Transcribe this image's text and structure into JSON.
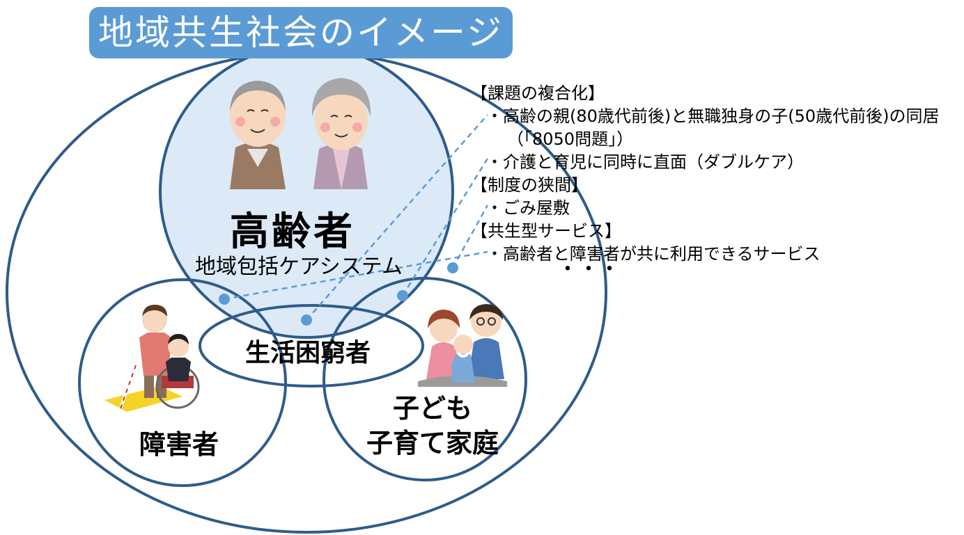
{
  "title": "地域共生社会のイメージ",
  "circles": {
    "elderly": {
      "label": "高齢者",
      "sublabel": "地域包括ケアシステム"
    },
    "poverty": {
      "label": "生活困窮者"
    },
    "disabled": {
      "label": "障害者"
    },
    "children": {
      "label_line1": "子ども",
      "label_line2": "子育て家庭"
    }
  },
  "notes": {
    "heading_complex": "【課題の複合化】",
    "item_8050": "・高齢の親(80歳代前後)と無職独身の子(50歳代前後)の同居",
    "item_8050_cont": "（「8050問題」）",
    "item_double_care": "・介護と育児に同時に直面（ダブルケア）",
    "heading_gap": "【制度の狭間】",
    "item_garbage": "・ごみ屋敷",
    "heading_service": "【共生型サービス】",
    "item_service": "・高齢者と障害者が共に利用できるサービス",
    "ellipsis": "・・・"
  },
  "colors": {
    "title_bg": "#5b9bd5",
    "circle_stroke": "#2e5c8a",
    "elderly_fill": "#dce9f7",
    "connector": "#5b9bd5",
    "dot": "#5b9bd5"
  },
  "icons": [
    "elderly-couple-illustration",
    "disabled-persons-illustration",
    "family-illustration"
  ]
}
